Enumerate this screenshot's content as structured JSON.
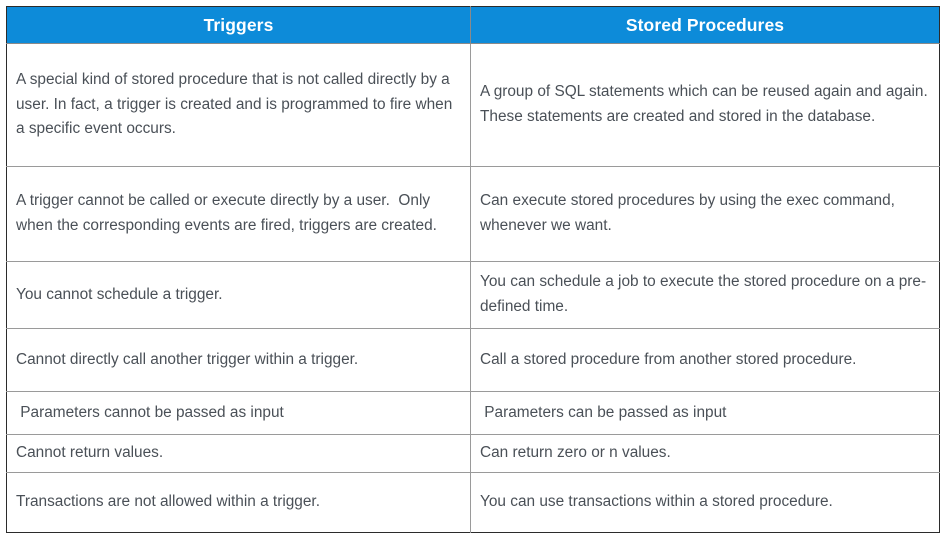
{
  "table": {
    "columns": [
      {
        "key": "triggers",
        "label": "Triggers"
      },
      {
        "key": "stored_procedures",
        "label": "Stored Procedures"
      }
    ],
    "header": {
      "background_color": "#0d8bd9",
      "text_color": "#ffffff"
    },
    "body": {
      "text_color": "#4a5057",
      "background_color": "#ffffff",
      "border_color": "#9a9a9a",
      "outer_border_color": "#2b2b2b"
    },
    "rows": [
      {
        "triggers": "A special kind of stored procedure that is not called directly by a user. In fact, a trigger is created and is programmed to fire when a specific event occurs.",
        "stored_procedures": "A group of SQL statements which can be reused again and again. These statements are created and stored in the database."
      },
      {
        "triggers": "A trigger cannot be called or execute directly by a user.  Only when the corresponding events are fired, triggers are created.",
        "stored_procedures": "Can execute stored procedures by using the exec command, whenever we want."
      },
      {
        "triggers": "You cannot schedule a trigger.",
        "stored_procedures": "You can schedule a job to execute the stored procedure on a pre-defined time."
      },
      {
        "triggers": "Cannot directly call another trigger within a trigger.",
        "stored_procedures": "Call a stored procedure from another stored procedure."
      },
      {
        "triggers": " Parameters cannot be passed as input",
        "stored_procedures": " Parameters can be passed as input"
      },
      {
        "triggers": "Cannot return values.",
        "stored_procedures": "Can return zero or n values."
      },
      {
        "triggers": "Transactions are not allowed within a trigger.",
        "stored_procedures": "You can use transactions within a stored procedure."
      }
    ]
  }
}
